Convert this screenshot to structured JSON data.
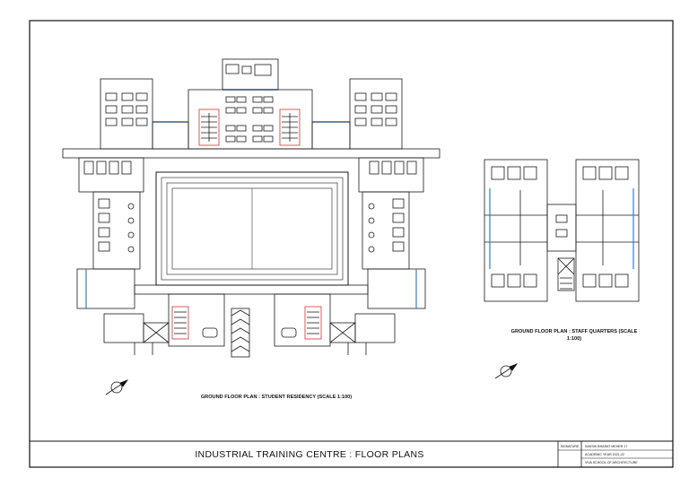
{
  "sheet": {
    "title": "INDUSTRIAL TRAINING CENTRE : FLOOR PLANS",
    "stamp": {
      "label": "SIGNATURE",
      "lines": [
        "SAKSHI BHARAT MEHER   17",
        "ACADEMIC YEAR 2021-22",
        "VIVA SCHOOL OF ARCHITECTURE"
      ]
    }
  },
  "plans": {
    "student": {
      "caption": "GROUND FLOOR PLAN : STUDENT RESIDENCY (SCALE 1:100)"
    },
    "staff": {
      "caption_line1": "GROUND FLOOR PLAN : STAFF QUARTERS (SCALE",
      "caption_line2": "1:100)"
    }
  },
  "colors": {
    "line": "#1a1a1a",
    "accent_blue": "#2f7fd4",
    "accent_red": "#d0342c"
  }
}
